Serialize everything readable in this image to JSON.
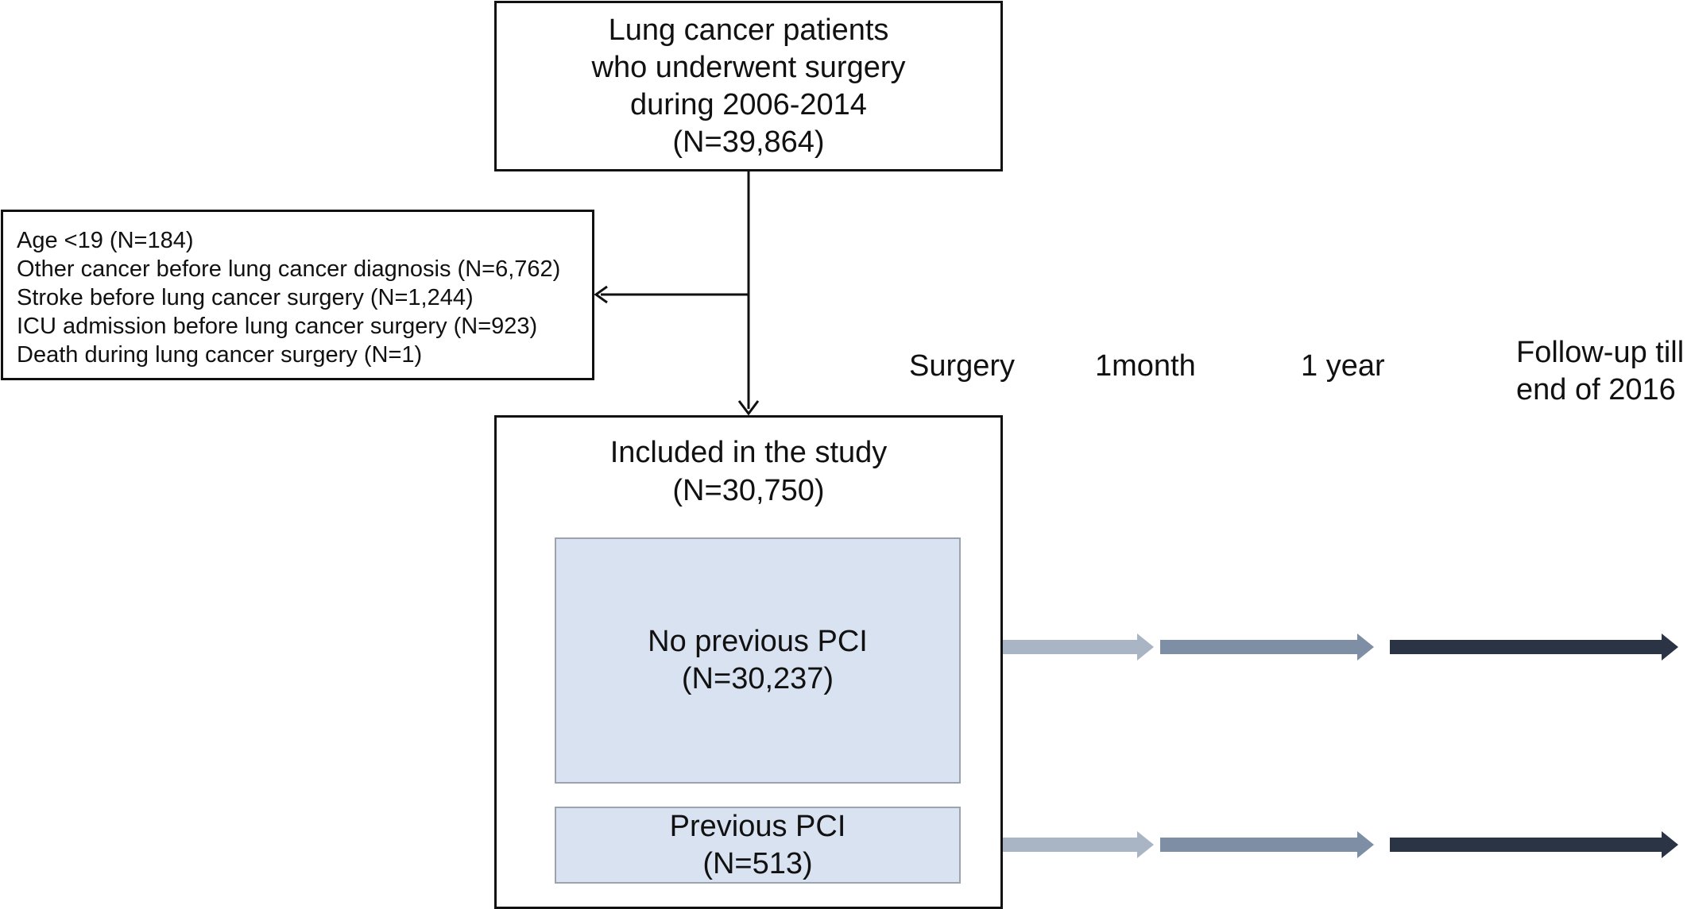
{
  "top_box": {
    "lines": [
      "Lung cancer patients",
      "who underwent surgery",
      "during 2006-2014",
      "(N=39,864)"
    ]
  },
  "exclusion_box": {
    "lines": [
      "Age <19 (N=184)",
      "Other cancer before lung cancer diagnosis (N=6,762)",
      "Stroke before lung cancer surgery (N=1,244)",
      "ICU admission before lung cancer surgery (N=923)",
      "Death during lung cancer surgery (N=1)"
    ]
  },
  "study_box": {
    "lines": [
      "Included in the study",
      "(N=30,750)"
    ]
  },
  "groups": [
    {
      "lines": [
        "No previous PCI",
        "(N=30,237)"
      ]
    },
    {
      "lines": [
        "Previous PCI",
        "(N=513)"
      ]
    }
  ],
  "timeline": {
    "surgery": "Surgery",
    "one_month": "1month",
    "one_year": "1 year",
    "followup_lines": [
      "Follow-up till",
      "end of 2016"
    ]
  },
  "colors": {
    "group_fill": "#d9e2f1",
    "arrow_segment_1": "#a9b4c4",
    "arrow_segment_2": "#7e8ea4",
    "arrow_segment_3": "#2b3444"
  }
}
